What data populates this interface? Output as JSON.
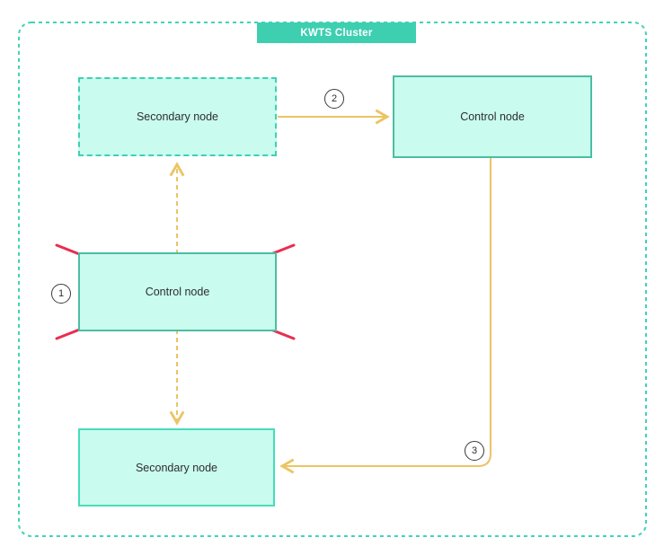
{
  "diagram": {
    "title": "KWTS Cluster",
    "nodes": [
      {
        "id": "secondary-top",
        "label": "Secondary node",
        "border_style": "dashed"
      },
      {
        "id": "control-active",
        "label": "Control node",
        "border_style": "solid"
      },
      {
        "id": "control-failed",
        "label": "Control node",
        "border_style": "solid",
        "status": "failed-crossed-out"
      },
      {
        "id": "secondary-bottom",
        "label": "Secondary node",
        "border_style": "solid"
      }
    ],
    "steps": [
      {
        "id": "step-1",
        "label": "1"
      },
      {
        "id": "step-2",
        "label": "2"
      },
      {
        "id": "step-3",
        "label": "3"
      }
    ],
    "colors": {
      "frame_border": "#3fd4b6",
      "dashed_border": "#3fd0b4",
      "solid_border": "#4cbda4",
      "bright_border": "#45ddbb",
      "box_fill": "#c9fbee",
      "title_bg": "#3ecfb1",
      "title_text": "#ffffff",
      "arrow": "#ecc464",
      "cross": "#ea2d4e",
      "text": "#2e2e2e",
      "badge_border": "#3a3a3a"
    }
  }
}
